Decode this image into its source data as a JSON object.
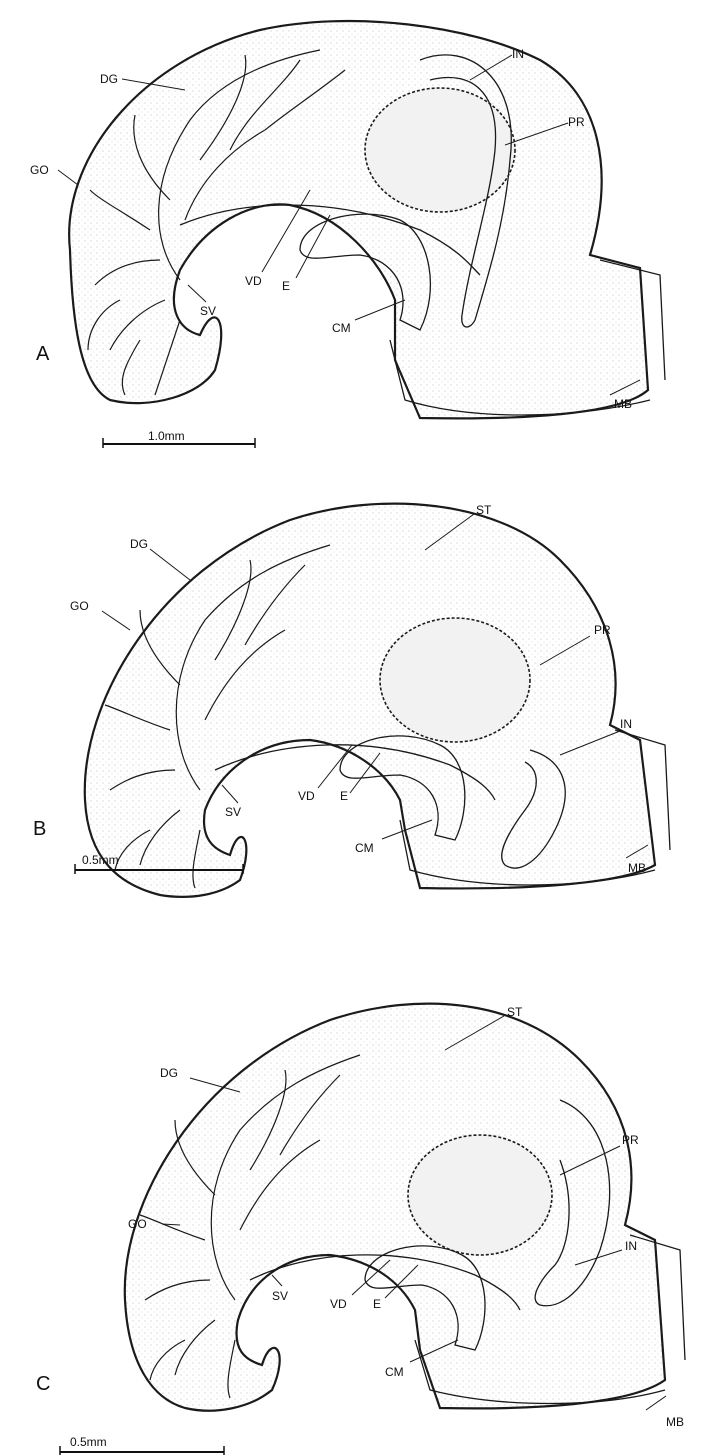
{
  "panels": [
    {
      "letter": "A",
      "scale": "1.0mm",
      "labels": {
        "DG": "DG",
        "GO": "GO",
        "SV": "SV",
        "VD": "VD",
        "E": "E",
        "CM": "CM",
        "IN": "IN",
        "PR": "PR",
        "MB": "MB"
      }
    },
    {
      "letter": "B",
      "scale": "0.5mm",
      "labels": {
        "ST": "ST",
        "DG": "DG",
        "GO": "GO",
        "SV": "SV",
        "VD": "VD",
        "E": "E",
        "CM": "CM",
        "IN": "IN",
        "PR": "PR",
        "MB": "MB"
      }
    },
    {
      "letter": "C",
      "scale": "0.5mm",
      "labels": {
        "ST": "ST",
        "DG": "DG",
        "GO": "GO",
        "SV": "SV",
        "VD": "VD",
        "E": "E",
        "CM": "CM",
        "IN": "IN",
        "PR": "PR",
        "MB": "MB"
      }
    }
  ]
}
